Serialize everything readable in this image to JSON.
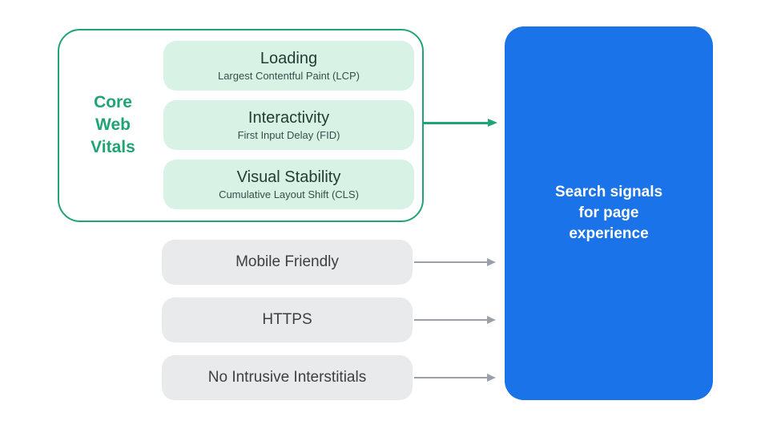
{
  "colors": {
    "green_accent": "#20A475",
    "mint_fill": "#D9F2E6",
    "pill_title_text": "#223D34",
    "pill_subtitle_text": "#33514A",
    "gray_fill": "#E9EAEC",
    "gray_text": "#3C4043",
    "gray_arrow": "#9AA0A6",
    "blue_fill": "#1A73E8",
    "result_text": "#FFFFFF",
    "background": "#FFFFFF"
  },
  "core_web_vitals": {
    "group_label": "Core Web Vitals",
    "metrics": [
      {
        "title": "Loading",
        "subtitle": "Largest Contentful Paint (LCP)"
      },
      {
        "title": "Interactivity",
        "subtitle": "First Input Delay (FID)"
      },
      {
        "title": "Visual Stability",
        "subtitle": "Cumulative Layout Shift (CLS)"
      }
    ]
  },
  "other_signals": [
    {
      "label": "Mobile Friendly"
    },
    {
      "label": "HTTPS"
    },
    {
      "label": "No Intrusive Interstitials"
    }
  ],
  "result_box": {
    "label": "Search signals for page experience"
  }
}
